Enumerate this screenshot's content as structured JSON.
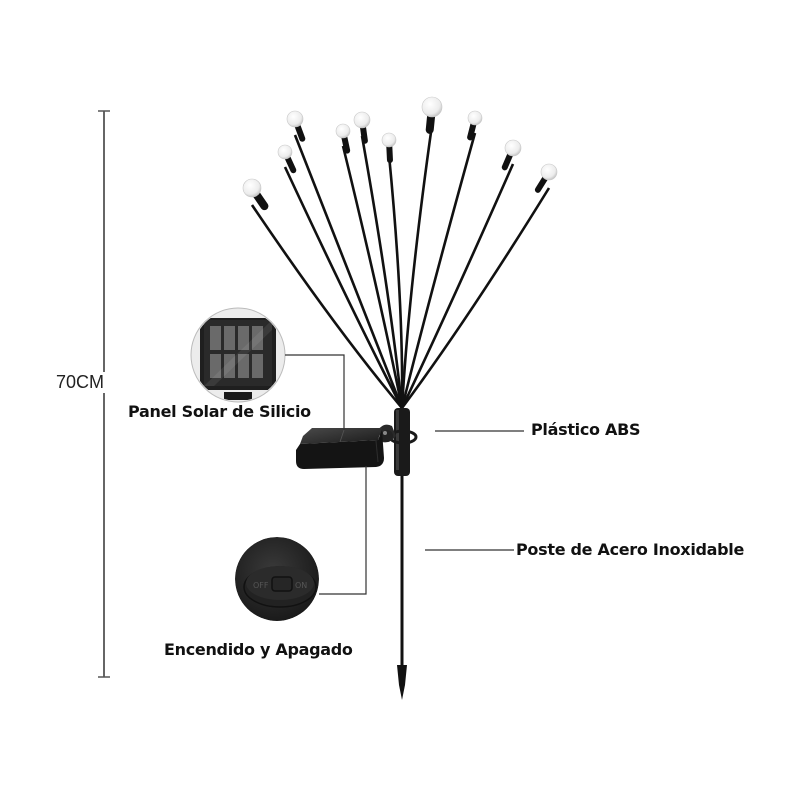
{
  "diagram": {
    "title": "Solar firefly garden stake light – component diagram",
    "height_dimension": "70CM",
    "labels": {
      "solar_panel": "Panel Solar de Silicio",
      "abs_plastic": "Plástico ABS",
      "steel_pole": "Poste de Acero Inoxidable",
      "switch": "Encendido y Apagado"
    },
    "switch_text": {
      "off": "OFF",
      "on": "ON"
    },
    "bulb_count": 10,
    "colors": {
      "background": "#ffffff",
      "stem": "#111111",
      "bulb": "#f2f2f2",
      "panel": "#1c1c1c",
      "leader_line": "#333333",
      "dimension_line": "#666666"
    }
  }
}
